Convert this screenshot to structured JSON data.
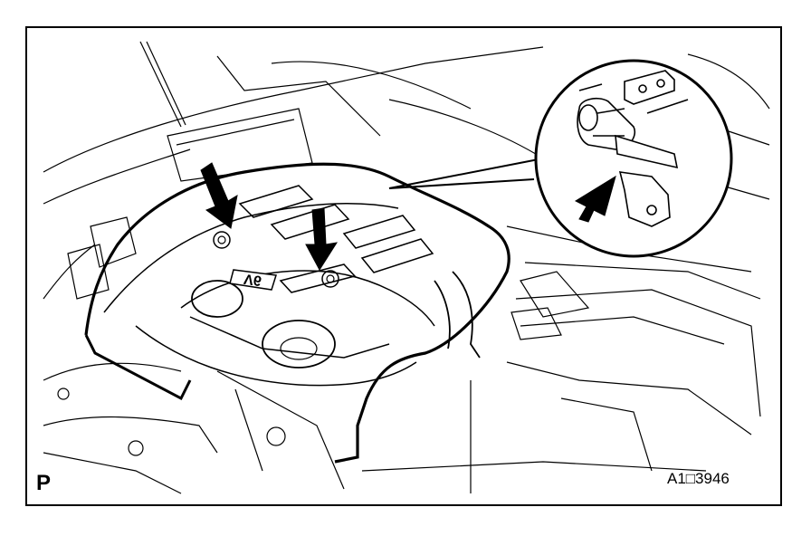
{
  "figure": {
    "section_letter": "P",
    "figure_id": "A1□3946",
    "cover_badge": "V6"
  },
  "colors": {
    "line": "#000000",
    "background": "#ffffff"
  },
  "icons": [
    "arrow-down-icon",
    "arrow-up-icon",
    "magnifier-callout-icon"
  ]
}
